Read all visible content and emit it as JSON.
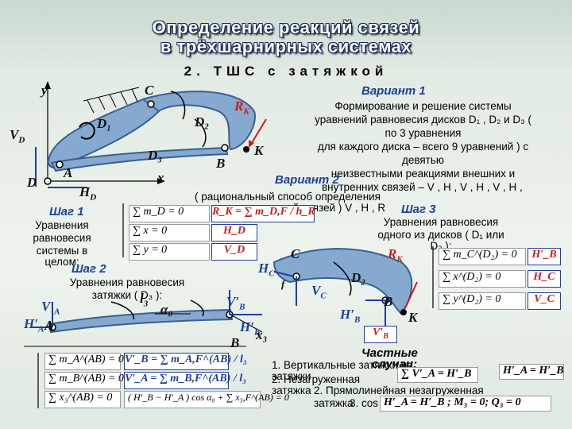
{
  "header": {
    "title_line1": "Определение реакций связей",
    "title_line2": "в трёхшарнирных системах",
    "subtitle": "2. ТШС с затяжкой"
  },
  "labels": {
    "y": "y",
    "x": "x",
    "C": "C",
    "D1": "D₁",
    "D2": "D₂",
    "D3": "D₃",
    "VD": "V",
    "VD_sub": "D",
    "D": "D",
    "A": "A",
    "HD": "H",
    "HD_sub": "D",
    "RK": "R",
    "RK_sub": "K",
    "K": "K",
    "B": "B",
    "HC": "H",
    "HC_sub": "C",
    "VC": "V",
    "VC_sub": "C",
    "C2": "C",
    "D2b": "D₂",
    "RK2": "R",
    "RK2_sub": "K",
    "B2": "B",
    "K2": "K",
    "HB2": "H′",
    "HB2_sub": "B",
    "VB2": "V′",
    "VB2_sub": "B",
    "f": "f",
    "VA": "V′",
    "VA_sub": "A",
    "HA": "H′",
    "HA_sub": "A",
    "A2": "A",
    "l3": "l",
    "l3_sub": "3",
    "alpha0": "α₀",
    "VB": "V′",
    "VB_sub": "B",
    "HB": "H′",
    "HB_sub": "B",
    "B3": "B",
    "x3": "x₃"
  },
  "variant": {
    "title": "Вариант 1",
    "line1": "Формирование и решение системы",
    "line2": "уравнений равновесия дисков D₁ , D₂ и D₃ (",
    "line3": "по 3 уравнения",
    "line4": "для каждого диска – всего 9 уравнений ) с",
    "line5": "девятью",
    "line6": "неизвестными реакциями внешних и",
    "overlap": "Вариант 2",
    "line7": "внутренних связей – V , H , V , H , V , H ,",
    "line8": "( рациональный способ определения",
    "line9": "реакций связей )      V , H , R",
    "step3": "Шаг 3",
    "line10": "Уравнения равновесия",
    "line11": "одного из дисков ( D₁ или",
    "line12": "D₂ ):"
  },
  "steps": {
    "step1": "Шаг 1",
    "step1_text": [
      "Уравнения",
      "равновесия",
      "системы в",
      "целом:"
    ],
    "step2": "Шаг 2",
    "step2_text": [
      "Уравнения равновесия",
      "затяжки ( D₃ ):"
    ]
  },
  "equations": {
    "step1": [
      "∑ m_D = 0",
      "∑ x = 0",
      "∑ y = 0"
    ],
    "step1_results": [
      "R_K = ∑ m_D,F / h_R",
      "H_D",
      "V_D"
    ],
    "step3": [
      "∑ m_C^(D₂) = 0",
      "∑ x^(D₂) = 0",
      "∑ y^(D₂) = 0"
    ],
    "step3_results": [
      "H′_B",
      "H_C",
      "V_C"
    ],
    "step2": [
      "∑ m_A^(AB) = 0",
      "∑ m_B^(AB) = 0",
      "∑ x₃^(AB) = 0"
    ],
    "step2_results": [
      "V′_B = ∑ m_A,F^(AB) / l₃",
      "V′_A = ∑ m_B,F^(AB) / l₃",
      "( H′_B − H′_A ) cos α₀ + ∑ x₃,F^(AB) = 0"
    ]
  },
  "special": {
    "title": "Частные",
    "title2": "случаи:",
    "case1_a": "1. Вертикальные затяжки на",
    "case1_b": "затяжки",
    "case1_c": "2. Незагруженная",
    "case1_d": "затяжка",
    "case2": "2. Прямолинейная незагруженная",
    "case2_b": "затяжка",
    "case2_c": "3. сos",
    "eq1": "∑ V′_A = H′_B",
    "eq1b": "H′_A = H′_B",
    "eq2": "H′_A = H′_B ; M₃ = 0; Q₃ = 0"
  },
  "colors": {
    "disk_fill": "#86a9d0",
    "disk_stroke": "#3a5f8f",
    "blue_text": "#1f3f9a",
    "red_text": "#d21a1a",
    "header_bg": "#1f4080"
  }
}
